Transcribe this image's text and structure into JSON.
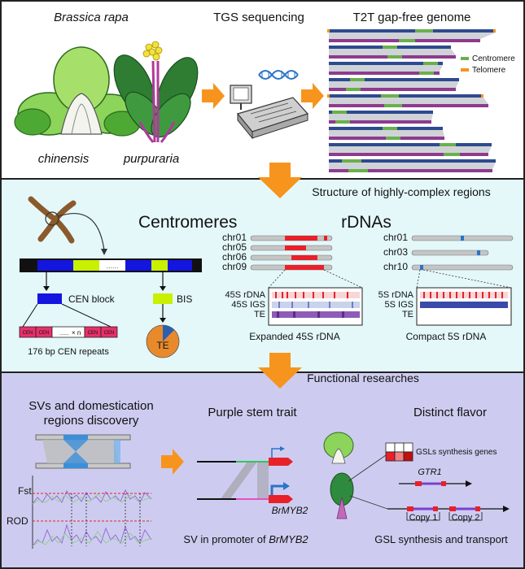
{
  "top": {
    "species": "Brassica rapa",
    "subspecies_1": "chinensis",
    "subspecies_2": "purpuraria",
    "tgs": "TGS sequencing",
    "t2t": "T2T gap-free genome",
    "legend_centromere": "Centromere",
    "legend_telomere": "Telomere"
  },
  "middle": {
    "section_title": "Structure of highly-complex regions",
    "centromeres_title": "Centromeres",
    "cen_block": "CEN block",
    "bis": "BIS",
    "cen_unit": "CEN",
    "repeat_n": "× n",
    "repeats_caption": "176 bp CEN repeats",
    "te_label": "TE",
    "rdna_title": "rDNAs",
    "left_chrs": [
      "chr01",
      "chr05",
      "chr06",
      "chr09"
    ],
    "right_chrs": [
      "chr01",
      "chr03",
      "chr10"
    ],
    "left_tracks": [
      "45S rDNA",
      "45S IGS",
      "TE"
    ],
    "right_tracks": [
      "5S rDNA",
      "5S IGS",
      "TE"
    ],
    "expanded_caption": "Expanded 45S rDNA",
    "compact_caption": "Compact 5S rDNA"
  },
  "bottom": {
    "section_title": "Functional researches",
    "sv_title_1": "SVs and domestication",
    "sv_title_2": "regions discovery",
    "fst": "Fst",
    "rod": "ROD",
    "purple_title": "Purple stem trait",
    "gene": "BrMYB2",
    "sv_caption_prefix": "SV in promoter of ",
    "flavor_title": "Distinct flavor",
    "gsl_genes": "GSLs synthesis genes",
    "gtr1": "GTR1",
    "copy1": "Copy 1",
    "copy2": "Copy 2",
    "gsl_caption": "GSL synthesis and transport"
  },
  "colors": {
    "orange": "#f7941d",
    "cyan_bg": "#e4f8fa",
    "purple_bg": "#cdccf0",
    "centromere": "#6ab04c",
    "chrom_blue": "#2e4a8f",
    "chrom_purple": "#8e3a8e",
    "red": "#e8202a"
  }
}
